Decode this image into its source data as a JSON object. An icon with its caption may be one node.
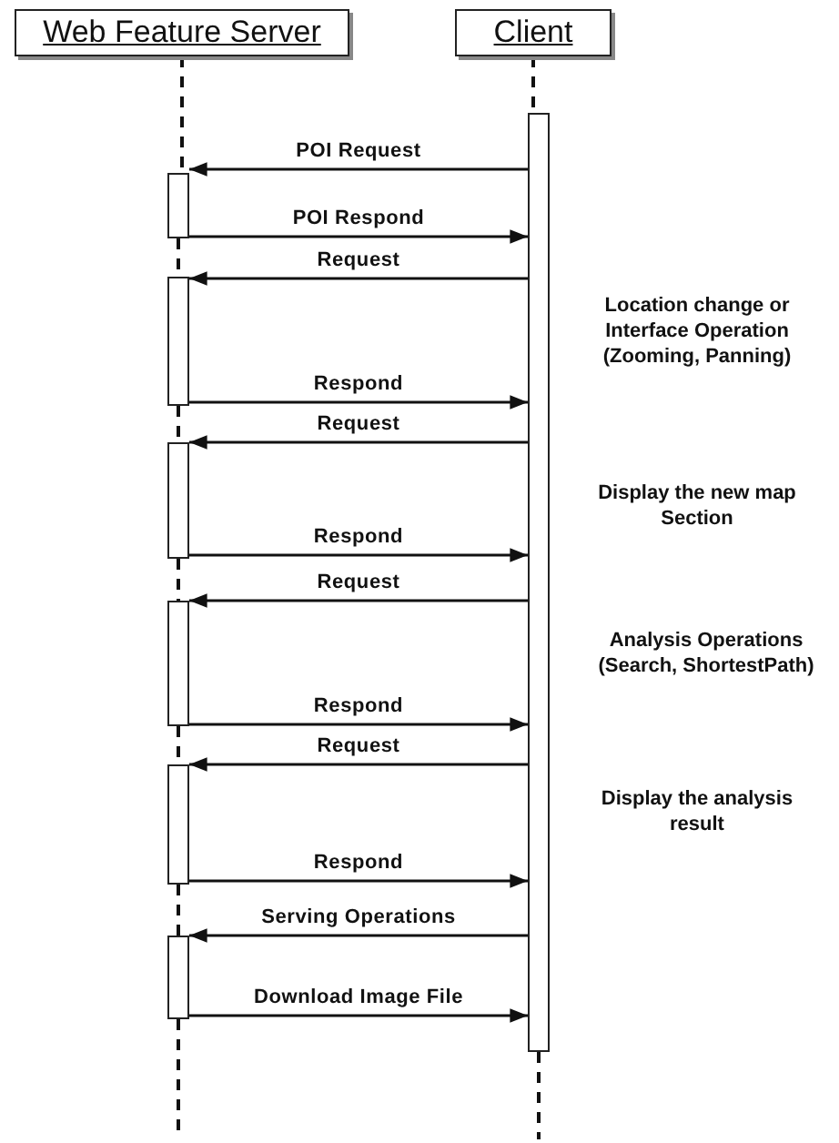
{
  "diagram": {
    "nodes": [
      {
        "text": [
          "Web Feature Server"
        ]
      },
      {
        "text": [
          "Client"
        ]
      },
      {
        "text": [],
        "shape": "bar"
      },
      {
        "text": [],
        "shape": "bar"
      },
      {
        "text": [],
        "shape": "bar"
      },
      {
        "text": [],
        "shape": "bar"
      },
      {
        "text": [],
        "shape": "bar"
      },
      {
        "text": [],
        "shape": "bar"
      },
      {
        "text": [],
        "shape": "bar"
      }
    ],
    "edges": [
      {
        "from": 2,
        "to": 3,
        "arrow": "to",
        "label": "POI Request"
      },
      {
        "from": 3,
        "to": 2,
        "arrow": "to",
        "label": "POI Respond"
      },
      {
        "from": 2,
        "to": 4,
        "arrow": "to",
        "label": "Request"
      },
      {
        "from": 4,
        "to": 2,
        "arrow": "to",
        "label": "Respond"
      },
      {
        "from": 2,
        "to": 5,
        "arrow": "to",
        "label": "Request"
      },
      {
        "from": 5,
        "to": 2,
        "arrow": "to",
        "label": "Respond"
      },
      {
        "from": 2,
        "to": 6,
        "arrow": "to",
        "label": "Request"
      },
      {
        "from": 6,
        "to": 2,
        "arrow": "to",
        "label": "Respond"
      },
      {
        "from": 2,
        "to": 7,
        "arrow": "to",
        "label": "Request"
      },
      {
        "from": 7,
        "to": 2,
        "arrow": "to",
        "label": "Respond"
      },
      {
        "from": 2,
        "to": 8,
        "arrow": "to",
        "label": "Serving Operations"
      },
      {
        "from": 8,
        "to": 2,
        "arrow": "to",
        "label": "Download Image File"
      },
      {
        "from": 0,
        "to": 3,
        "arrow": "none",
        "style": "dashed"
      },
      {
        "from": 3,
        "to": 4,
        "arrow": "none",
        "style": "dashed"
      },
      {
        "from": 4,
        "to": 5,
        "arrow": "none",
        "style": "dashed"
      },
      {
        "from": 5,
        "to": 6,
        "arrow": "none",
        "style": "dashed"
      },
      {
        "from": 6,
        "to": 7,
        "arrow": "none",
        "style": "dashed"
      },
      {
        "from": 7,
        "to": 8,
        "arrow": "none",
        "style": "dashed"
      },
      {
        "from": 8,
        "to": null,
        "arrow": "none",
        "style": "dashed"
      },
      {
        "from": 1,
        "to": 2,
        "arrow": "none",
        "style": "dashed"
      },
      {
        "from": 2,
        "to": null,
        "arrow": "none",
        "style": "dashed"
      }
    ],
    "labels": [
      "Location change or Interface Operation (Zooming, Panning)",
      "Display the new map Section",
      "Analysis Operations (Search, ShortestPath)",
      "Display the analysis result"
    ]
  }
}
